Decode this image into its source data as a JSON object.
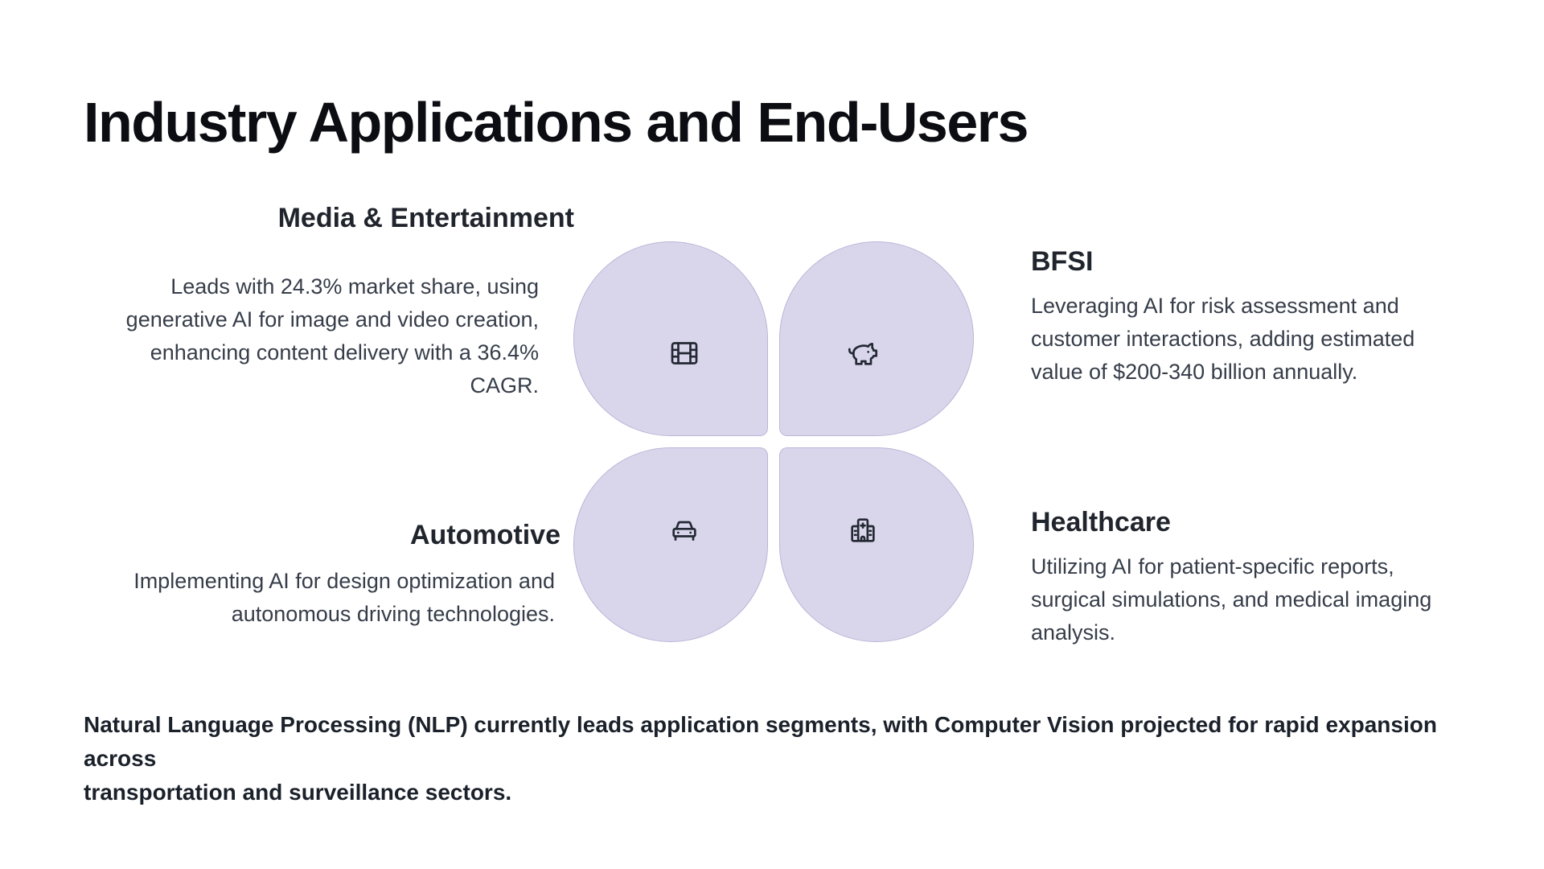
{
  "slide": {
    "title": "Industry Applications and End-Users",
    "background_color": "#ffffff",
    "petal_color": "#d9d6ec",
    "icon_stroke_color": "#232833"
  },
  "sections": {
    "media": {
      "title": "Media & Entertainment",
      "description": "Leads with 24.3% market share, using generative AI for image and video creation, enhancing content delivery with a 36.4% CAGR.",
      "icon": "film-icon"
    },
    "bfsi": {
      "title": "BFSI",
      "description": "Leveraging AI for risk assessment and customer interactions, adding estimated value of $200-340 billion annually.",
      "icon": "piggy-bank-icon"
    },
    "automotive": {
      "title": "Automotive",
      "description": "Implementing AI for design optimization and autonomous driving technologies.",
      "icon": "car-icon"
    },
    "healthcare": {
      "title": "Healthcare",
      "description": "Utilizing AI for patient-specific reports, surgical simulations, and medical imaging analysis.",
      "icon": "hospital-icon"
    }
  },
  "footnote": {
    "line1": "Natural Language Processing (NLP) currently leads application segments, with Computer Vision projected for rapid expansion across",
    "line2": "transportation and surveillance sectors."
  }
}
